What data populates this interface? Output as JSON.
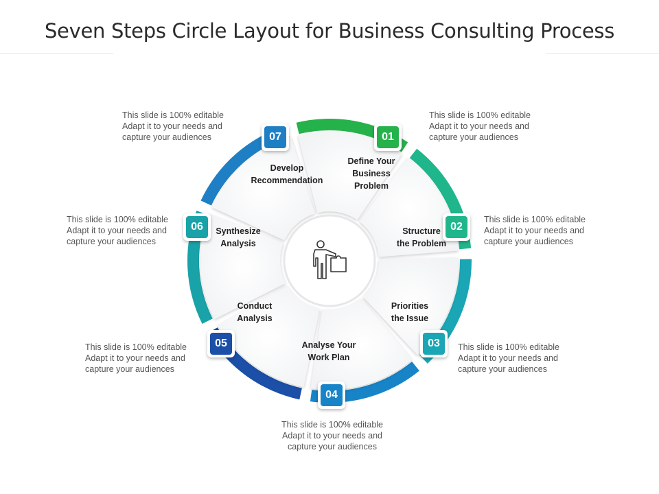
{
  "title": "Seven Steps Circle Layout for Business Consulting Process",
  "center_icon": "presenter-with-puzzle-icon",
  "steps": [
    {
      "number": "01",
      "label_lines": [
        "Define Your",
        "Business",
        "Problem"
      ],
      "color": "#25b24b",
      "desc_lines": [
        "This slide is 100% editable",
        "Adapt it to your needs and",
        "capture your audiences"
      ]
    },
    {
      "number": "02",
      "label_lines": [
        "Structure",
        "the Problem"
      ],
      "color": "#1fb68c",
      "desc_lines": [
        "This slide is 100% editable",
        "Adapt it to your needs and",
        "capture your audiences"
      ]
    },
    {
      "number": "03",
      "label_lines": [
        "Priorities",
        "the Issue"
      ],
      "color": "#1aa6b4",
      "desc_lines": [
        "This slide is 100% editable",
        "Adapt it to your needs and",
        "capture your audiences"
      ]
    },
    {
      "number": "04",
      "label_lines": [
        "Analyse Your",
        "Work Plan"
      ],
      "color": "#1784c7",
      "desc_lines": [
        "This slide is 100% editable",
        "Adapt it to your needs and",
        "capture your audiences"
      ]
    },
    {
      "number": "05",
      "label_lines": [
        "Conduct",
        "Analysis"
      ],
      "color": "#1b4fa8",
      "desc_lines": [
        "This slide is 100% editable",
        "Adapt it to your needs and",
        "capture your audiences"
      ]
    },
    {
      "number": "06",
      "label_lines": [
        "Synthesize",
        "Analysis"
      ],
      "color": "#19a3a8",
      "desc_lines": [
        "This slide is 100% editable",
        "Adapt it to your needs and",
        "capture your audiences"
      ]
    },
    {
      "number": "07",
      "label_lines": [
        "Develop",
        "Recommendation"
      ],
      "color": "#1f7fc4",
      "desc_lines": [
        "This slide is 100% editable",
        "Adapt it to your needs and",
        "capture your audiences"
      ]
    }
  ]
}
